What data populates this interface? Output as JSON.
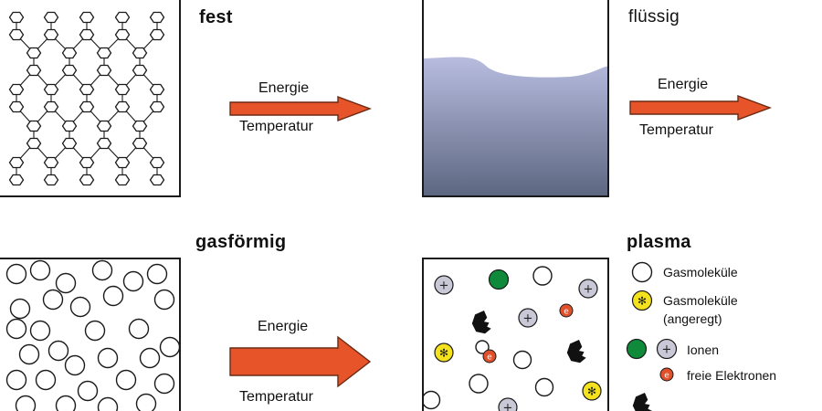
{
  "titles": {
    "solid": "fest",
    "liquid": "flüssig",
    "gas": "gasförmig",
    "plasma": "plasma"
  },
  "arrows": [
    {
      "top_label": "Energie",
      "bottom_label": "Temperatur"
    },
    {
      "top_label": "Energie",
      "bottom_label": "Temperatur"
    },
    {
      "top_label": "Energie",
      "bottom_label": "Temperatur"
    }
  ],
  "legend": {
    "gas_molecules": "Gasmoleküle",
    "excited_molecules_line1": "Gasmoleküle",
    "excited_molecules_line2": "(angeregt)",
    "ions": "Ionen",
    "free_electrons": "freie Elektronen"
  },
  "symbols": {
    "ion_sign": "+",
    "excited_sign": "✻",
    "electron_sign": "e"
  },
  "colors": {
    "arrow_fill": "#e8542a",
    "arrow_stroke": "#6a2a14",
    "liquid_top": "#b8bde0",
    "liquid_bottom": "#5c6680",
    "ion_fill": "#c8c8d6",
    "excited_fill": "#f4e21c",
    "electron_fill": "#e0502a",
    "neutral_green": "#0f8a3a",
    "outline": "#1a1a1a"
  }
}
